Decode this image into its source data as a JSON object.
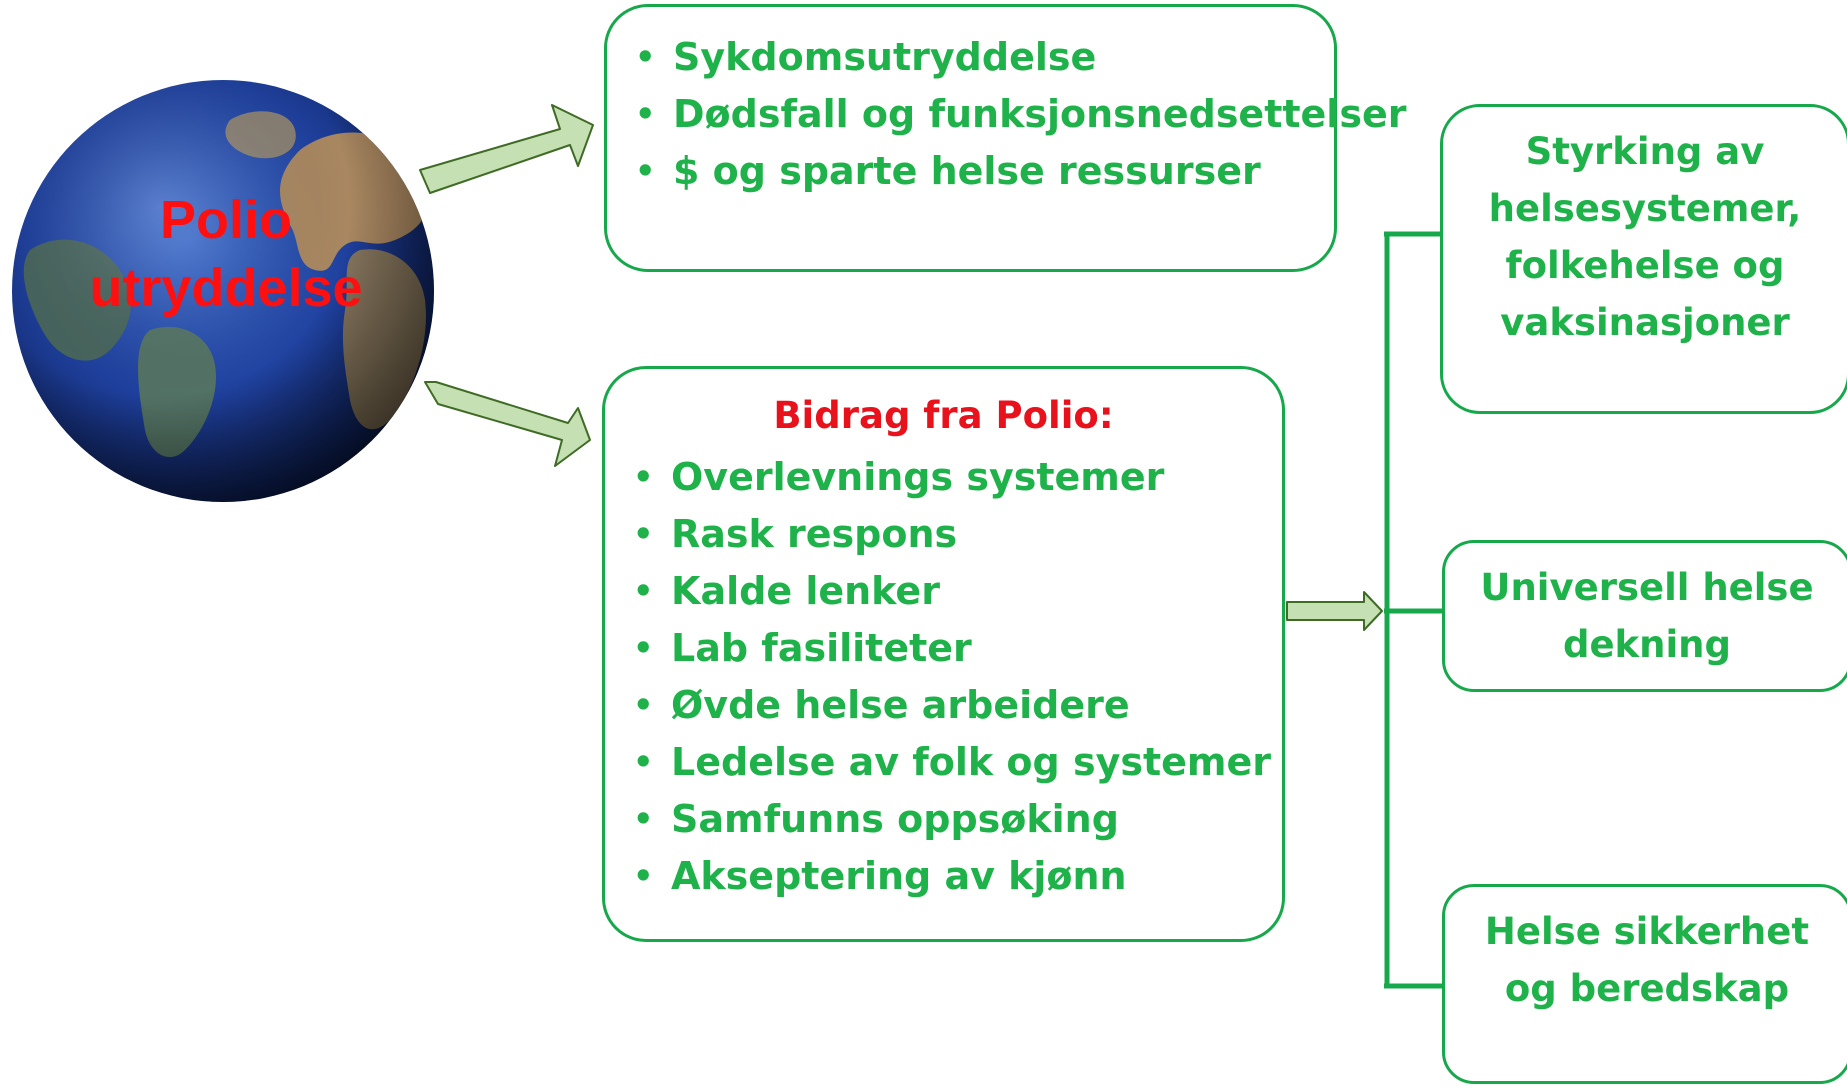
{
  "globe": {
    "label_line1": "Polio",
    "label_line2": "utryddelse"
  },
  "top_box": {
    "items": [
      "Sykdomsutryddelse",
      "Dødsfall og funksjonsnedsettelser",
      "$ og sparte helse ressurser"
    ]
  },
  "middle_box": {
    "heading": "Bidrag fra Polio:",
    "items": [
      "Overlevnings systemer",
      "Rask respons",
      "Kalde lenker",
      "Lab fasiliteter",
      "Øvde helse arbeidere",
      "Ledelse av folk og systemer",
      "Samfunns oppsøking",
      "Akseptering av kjønn"
    ]
  },
  "right_boxes": {
    "r1": [
      "Styrking av",
      "helsesystemer,",
      "folkehelse og",
      "vaksinasjoner"
    ],
    "r2": [
      "Universell helse",
      "dekning"
    ],
    "r3": [
      "Helse sikkerhet",
      "og beredskap"
    ]
  },
  "colors": {
    "box_border": "#17a84b",
    "text_green": "#1fb24a",
    "heading_red": "#e8121d",
    "globe_label": "#ff1010",
    "arrow_fill": "#c5e0b3",
    "arrow_stroke": "#3f6b25"
  }
}
